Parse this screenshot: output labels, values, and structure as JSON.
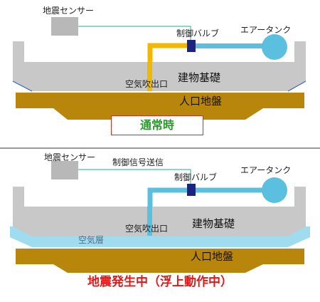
{
  "normal": {
    "sensor_label": "地震センサー",
    "valve_label": "制御バルブ",
    "tank_label": "エアータンク",
    "outlet_label": "空気吹出口",
    "foundation_label": "建物基礎",
    "ground_label": "人口地盤",
    "status": "通常時"
  },
  "quake": {
    "sensor_label": "地震センサー",
    "signal_label": "制御信号送信",
    "valve_label": "制御バルブ",
    "tank_label": "エアータンク",
    "outlet_label": "空気吹出口",
    "foundation_label": "建物基礎",
    "air_layer_label": "空気層",
    "ground_label": "人口地盤",
    "status": "地震発生中（浮上動作中）"
  },
  "colors": {
    "foundation": "#c8c8c8",
    "ground": "#b8860b",
    "pipe_air": "#5bc0e0",
    "pipe_idle": "#f2b800",
    "valve": "#1a237e",
    "sensor": "#b8b8b8",
    "signal_line": "#4cbf9a",
    "air_layer": "#9fdcef",
    "status_normal": "#2a9a2a",
    "status_quake": "#e01818"
  }
}
